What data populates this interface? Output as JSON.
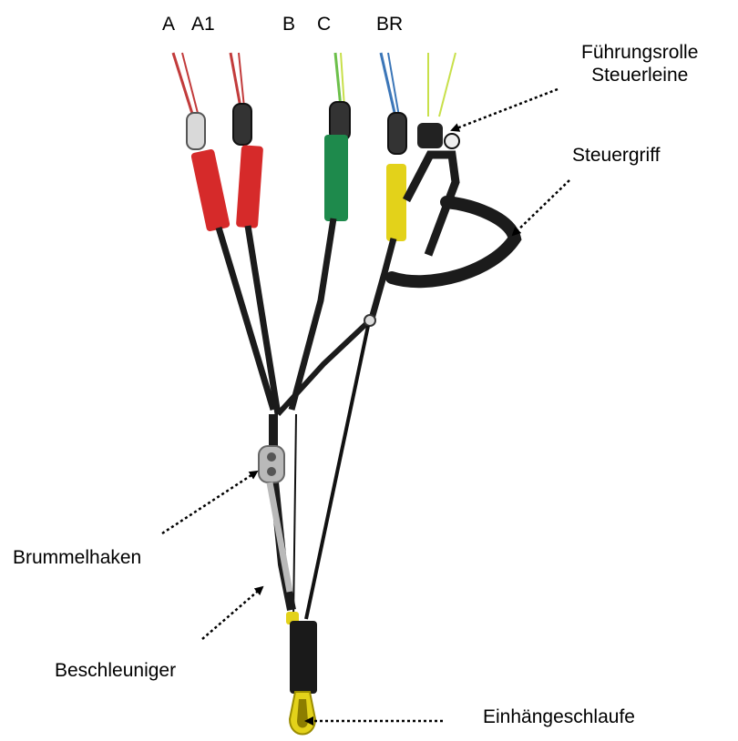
{
  "riser_labels": {
    "a": "A",
    "a1": "A1",
    "b": "B",
    "c": "C",
    "br": "BR"
  },
  "callouts": {
    "guide_pulley": [
      "Führungsrolle",
      "Steuerleine"
    ],
    "brake_handle": "Steuergriff",
    "brummel_hook": "Brummelhaken",
    "speed_bar": "Beschleuniger",
    "hang_loop": "Einhängeschlaufe"
  },
  "colors": {
    "a_riser": "#d62a2a",
    "b_riser": "#1e8a4c",
    "br_riser": "#e3d21a",
    "webbing": "#1b1b1b",
    "line_red": "#c23b3b",
    "line_blue": "#3b76b8",
    "line_green": "#6cc04a",
    "line_lime": "#c8e04a",
    "hook": "#b9b9b9"
  }
}
